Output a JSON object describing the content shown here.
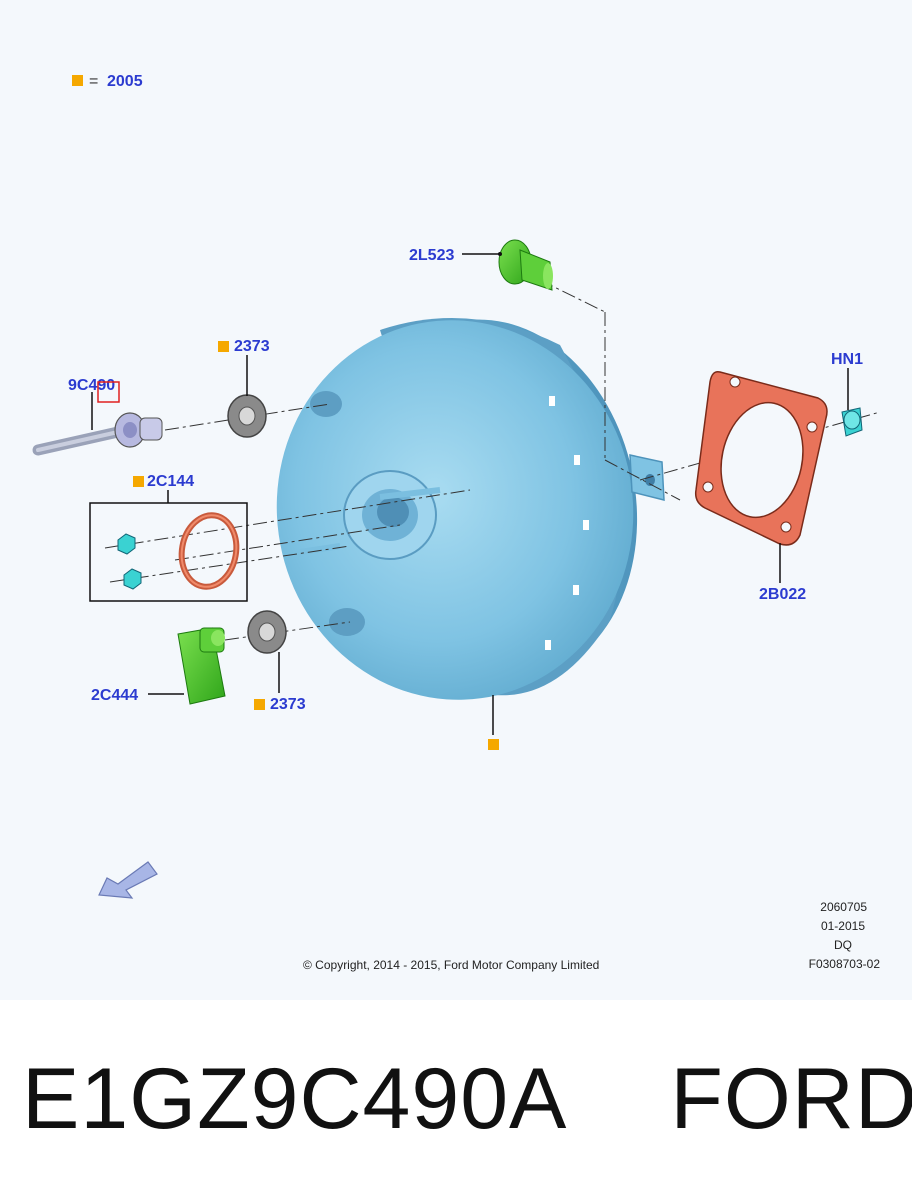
{
  "legend": {
    "symbol_label": "= ",
    "value": "2005",
    "marker_color": "#f5a800"
  },
  "callouts": {
    "c_2l523": "2L523",
    "c_hn1": "HN1",
    "c_2373_top": "2373",
    "c_9c490": "9C490",
    "c_2c144": "2C144",
    "c_2b022": "2B022",
    "c_2c444": "2C444",
    "c_2373_bottom": "2373"
  },
  "meta": {
    "code1": "2060705",
    "date": "01-2015",
    "code2": "DQ",
    "ref": "F0308703-02",
    "copyright": "© Copyright, 2014 - 2015, Ford Motor Company Limited"
  },
  "footer": {
    "part_number": "E1GZ9C490A",
    "brand": "FORD"
  },
  "colors": {
    "booster_body": "#7fc6e6",
    "gasket": "#e8735a",
    "green_part": "#4ccc2a",
    "cyan_nut": "#3ad2d2",
    "washer": "#8a8a8a",
    "callout_text": "#2b3bd0",
    "highlight_box": "#e02020"
  }
}
